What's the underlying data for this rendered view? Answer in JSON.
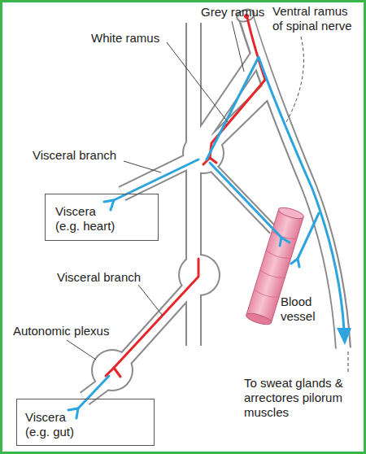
{
  "diagram": {
    "nodes": [
      {
        "text": [
          "Viscera (e.g. heart)"
        ]
      },
      {
        "text": [
          "Viscera (e.g. gut)"
        ]
      }
    ],
    "labels": [
      "Grey ramus",
      "Ventral ramus of spinal nerve",
      "White ramus",
      "Visceral branch",
      "Visceral branch",
      "Autonomic plexus",
      "Blood vessel",
      "To sweat glands & arrectores pilorum muscles"
    ]
  }
}
